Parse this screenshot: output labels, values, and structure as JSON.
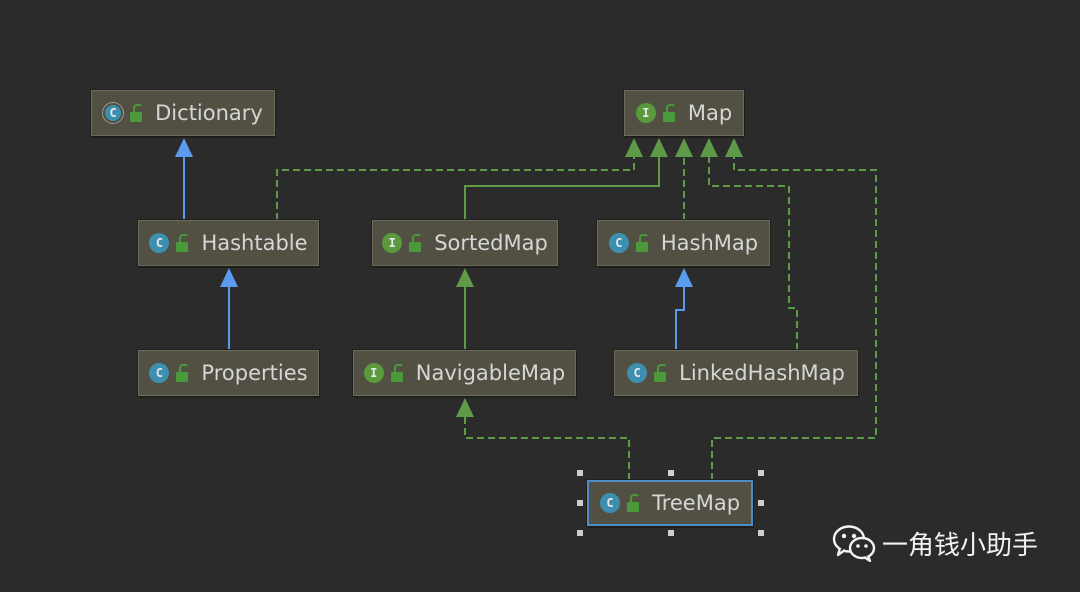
{
  "nodes": [
    {
      "id": "dictionary",
      "label": "Dictionary",
      "kind": "abstract"
    },
    {
      "id": "map",
      "label": "Map",
      "kind": "interface"
    },
    {
      "id": "hashtable",
      "label": "Hashtable",
      "kind": "class"
    },
    {
      "id": "sortedmap",
      "label": "SortedMap",
      "kind": "interface"
    },
    {
      "id": "hashmap",
      "label": "HashMap",
      "kind": "class"
    },
    {
      "id": "properties",
      "label": "Properties",
      "kind": "class"
    },
    {
      "id": "navigablemap",
      "label": "NavigableMap",
      "kind": "interface"
    },
    {
      "id": "linkedhashmap",
      "label": "LinkedHashMap",
      "kind": "class"
    },
    {
      "id": "treemap",
      "label": "TreeMap",
      "kind": "class",
      "selected": true
    }
  ],
  "edges": [
    {
      "from": "hashtable",
      "to": "dictionary",
      "type": "extends"
    },
    {
      "from": "properties",
      "to": "hashtable",
      "type": "extends"
    },
    {
      "from": "linkedhashmap",
      "to": "hashmap",
      "type": "extends"
    },
    {
      "from": "hashtable",
      "to": "map",
      "type": "implements"
    },
    {
      "from": "sortedmap",
      "to": "map",
      "type": "interface-extends"
    },
    {
      "from": "hashmap",
      "to": "map",
      "type": "implements"
    },
    {
      "from": "linkedhashmap",
      "to": "map",
      "type": "implements"
    },
    {
      "from": "treemap",
      "to": "map",
      "type": "implements"
    },
    {
      "from": "navigablemap",
      "to": "sortedmap",
      "type": "interface-extends"
    },
    {
      "from": "treemap",
      "to": "navigablemap",
      "type": "implements"
    }
  ],
  "badge_letters": {
    "class": "C",
    "abstract": "C",
    "interface": "I"
  },
  "colors": {
    "background": "#2b2b2b",
    "node_fill": "#515042",
    "extends_edge": "#5b9bef",
    "implements_edge": "#5e9a48",
    "selection_border": "#4b8cc9"
  },
  "watermark": {
    "text": "一角钱小助手",
    "icon": "wechat-icon"
  }
}
